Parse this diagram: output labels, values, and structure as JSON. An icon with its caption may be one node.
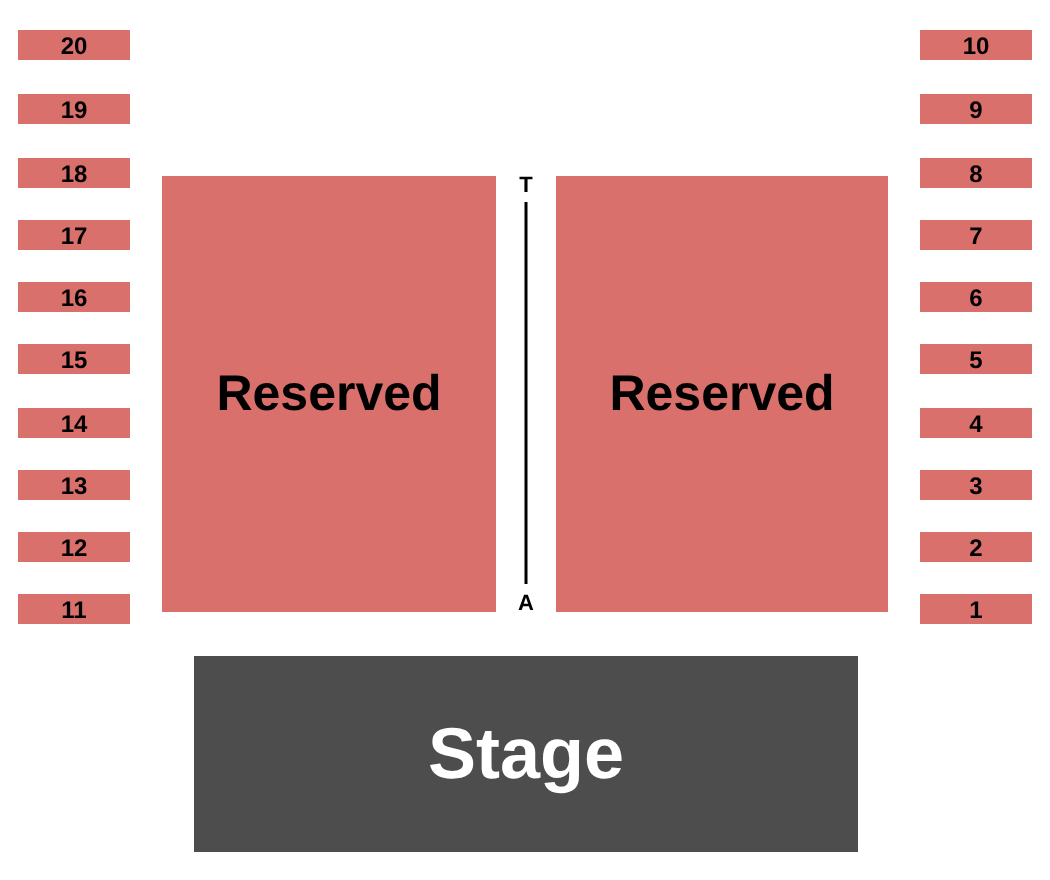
{
  "diagram": {
    "nodes": [
      {
        "text": [
          "20"
        ]
      },
      {
        "text": [
          "19"
        ]
      },
      {
        "text": [
          "18"
        ]
      },
      {
        "text": [
          "17"
        ]
      },
      {
        "text": [
          "16"
        ]
      },
      {
        "text": [
          "15"
        ]
      },
      {
        "text": [
          "14"
        ]
      },
      {
        "text": [
          "13"
        ]
      },
      {
        "text": [
          "12"
        ]
      },
      {
        "text": [
          "11"
        ]
      },
      {
        "text": [
          "Reserved"
        ]
      },
      {
        "text": [
          "Reserved"
        ]
      },
      {
        "text": [
          "10"
        ]
      },
      {
        "text": [
          "9"
        ]
      },
      {
        "text": [
          "8"
        ]
      },
      {
        "text": [
          "7"
        ]
      },
      {
        "text": [
          "6"
        ]
      },
      {
        "text": [
          "5"
        ]
      },
      {
        "text": [
          "4"
        ]
      },
      {
        "text": [
          "3"
        ]
      },
      {
        "text": [
          "2"
        ]
      },
      {
        "text": [
          "1"
        ]
      },
      {
        "text": [
          "Stage"
        ]
      }
    ],
    "labels": [
      "T",
      "A"
    ]
  }
}
